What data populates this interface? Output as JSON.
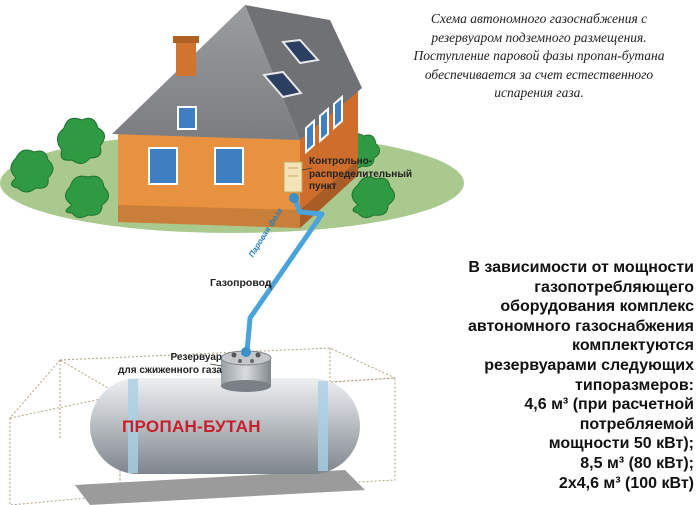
{
  "caption": {
    "lines": [
      "Схема автономного газоснабжения с",
      "резервуаром подземного размещения.",
      "Поступление паровой фазы пропан-бутана",
      "обеспечивается за счет естественного",
      "испарения газа."
    ]
  },
  "labels": {
    "control_point": [
      "Контрольно-",
      "распределительный",
      "пункт"
    ],
    "pipeline": "Газопровод",
    "vapor_phase": "Паровая фаза",
    "reservoir": [
      "Резервуар",
      "для сжиженного газа"
    ],
    "tank": "ПРОПАН-БУТАН"
  },
  "info": {
    "lines": [
      "В зависимости от мощности",
      "газопотребляющего",
      "оборудования комплекс",
      "автономного газоснабжения",
      "комплектуются",
      "резервуарами следующих",
      "типоразмеров:",
      "4,6 м³ (при расчетной",
      "потребляемой",
      "мощности 50 кВт);",
      "8,5 м³ (80 кВт);",
      "2х4,6 м³ (100 кВт)"
    ]
  },
  "colors": {
    "lawn": "#a9c98f",
    "wall": "#e8913f",
    "roof": "#8d8f93",
    "pipe": "#4aa3db",
    "tank": "#b9bdc2",
    "tank_text": "#c81e2a",
    "bush": "#2f9a43"
  }
}
